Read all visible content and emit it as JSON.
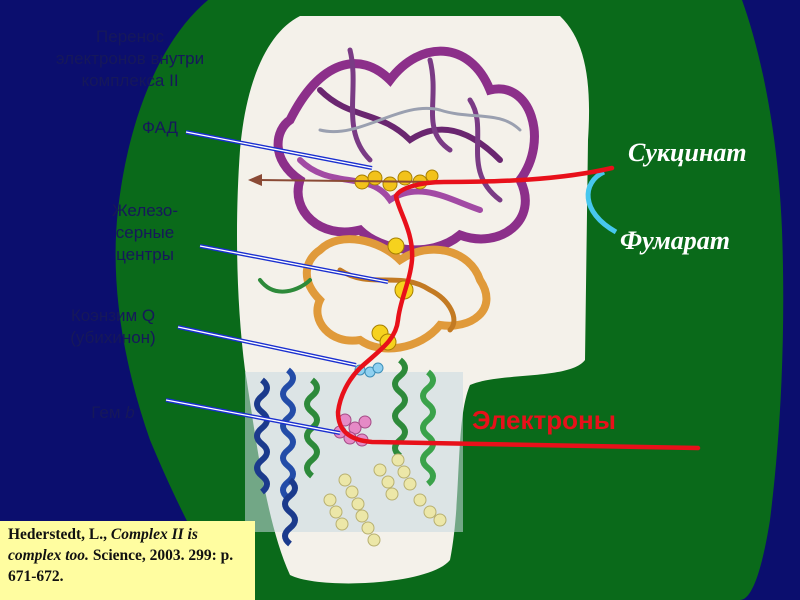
{
  "title": "Перенос\nэлектронов внутри\nкомплекса II",
  "labels": {
    "fad": "ФАД",
    "iron_sulfur": "Железо-\nсерные\nцентры",
    "coenzyme_q": "Коэнзим Q\n(убихинон)",
    "heme_b_prefix": "Гем ",
    "heme_b_letter": "b"
  },
  "substrates": {
    "succinate": "Сукцинат",
    "fumarate": "Фумарат",
    "electrons": "Электроны"
  },
  "reference": {
    "author": "Hederstedt, L., ",
    "article": "Complex II is complex too.",
    "journal": " Science, 2003. 299: p. 671-672."
  },
  "colors": {
    "background": "#0b0e6e",
    "blob": "#0a6a1a",
    "panel": "#f4f1ea",
    "electron_path": "#e8101a",
    "fumarate_arc": "#47c7ee",
    "label_text": "#16185a",
    "reference_box": "#fffda0"
  }
}
